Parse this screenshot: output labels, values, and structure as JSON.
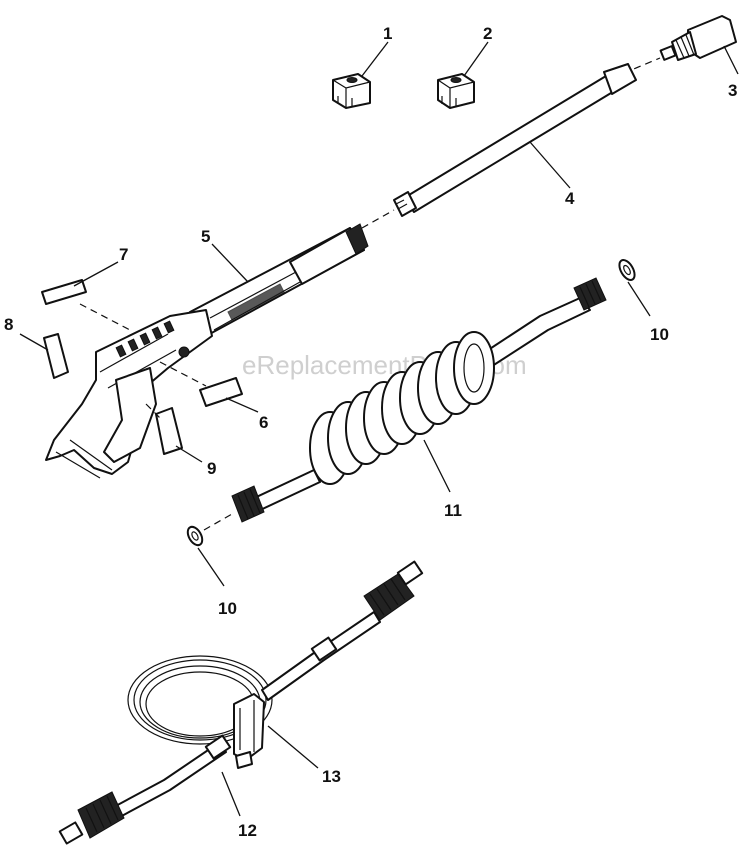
{
  "watermark": "eReplacementParts.com",
  "callouts": {
    "c1": "1",
    "c2": "2",
    "c3": "3",
    "c4": "4",
    "c5": "5",
    "c6": "6",
    "c7": "7",
    "c8": "8",
    "c9": "9",
    "c10a": "10",
    "c10b": "10",
    "c11": "11",
    "c12": "12",
    "c13": "13"
  }
}
